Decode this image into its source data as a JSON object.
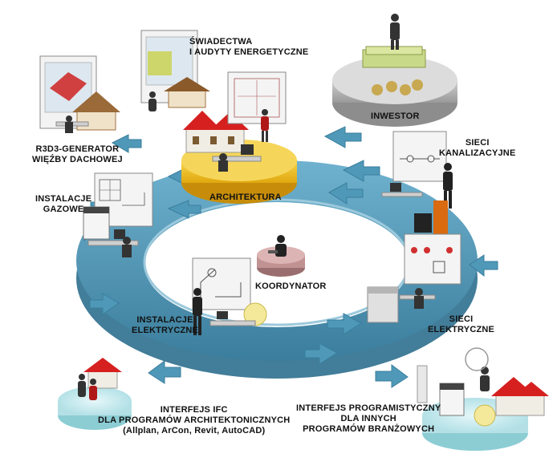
{
  "labels": {
    "swiadectwa": [
      "ŚWIADECTWA",
      "I AUDYTY ENERGETYCZNE"
    ],
    "inwestor": [
      "INWESTOR"
    ],
    "r3d3": [
      "R3D3-GENERATOR",
      "WIĘŹBY DACHOWEJ"
    ],
    "sieci_kanalizacyjne": [
      "SIECI",
      "KANALIZACYJNE"
    ],
    "instalacje_gazowe": [
      "INSTALACJE",
      "GAZOWE"
    ],
    "architektura": [
      "ARCHITEKTURA"
    ],
    "koordynator": [
      "KOORDYNATOR"
    ],
    "instalacje_elektryczne": [
      "INSTALACJE",
      "ELEKTRYCZNE"
    ],
    "sieci_elektryczne": [
      "SIECI",
      "ELEKTRYCZNE"
    ],
    "interfejs_ifc": [
      "INTERFEJS IFC",
      "DLA PROGRAMÓW ARCHITEKTONICZNYCH",
      "(Allplan, ArCon, Revit, AutoCAD)"
    ],
    "interfejs_prog": [
      "INTERFEJS PROGRAMISTYCZNY",
      "DLA INNYCH",
      "PROGRAMÓW BRANŻOWYCH"
    ]
  },
  "colors": {
    "ring": "#3f87a8",
    "ring_light": "#8fc3da",
    "arrow": "#4a93b3",
    "architektura": "#f2c21b",
    "inwestor": "#b7b7b7",
    "koordynator": "#c9a0a0",
    "ifc_platform": "#bfe6ea",
    "roof": "#d62020"
  },
  "icons": [
    "house-icon",
    "whiteboard-icon",
    "person-icon",
    "desk-computer-icon",
    "money-stack-icon",
    "gas-stove-icon",
    "electric-cabinet-icon",
    "light-bulb-icon",
    "pipe-icon"
  ]
}
